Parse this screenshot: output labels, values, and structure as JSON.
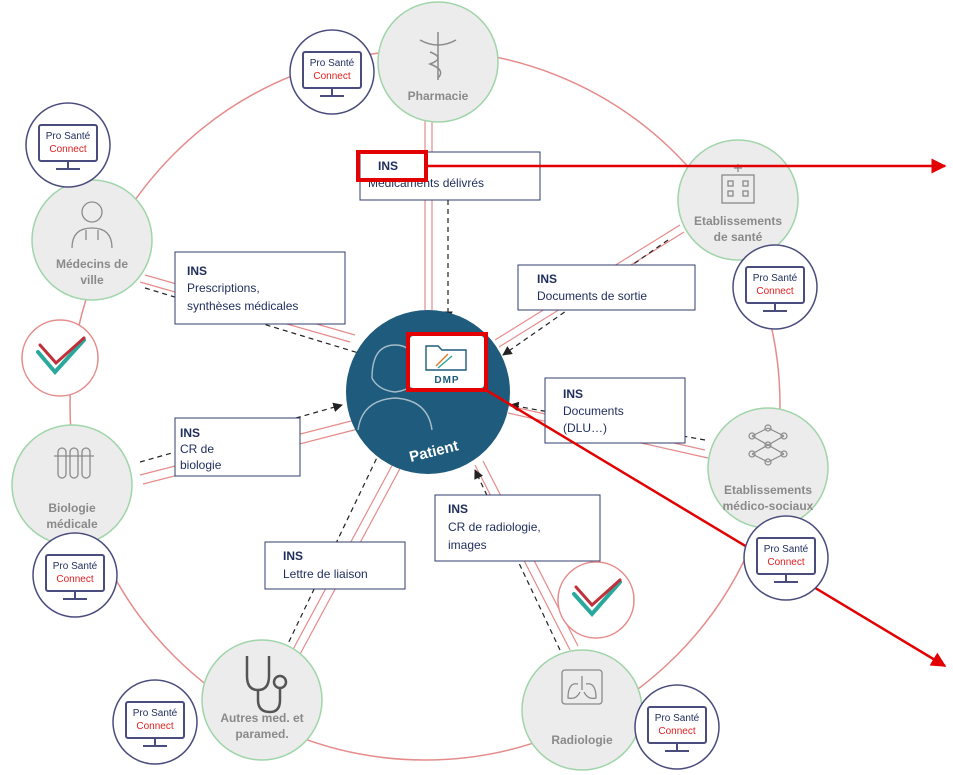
{
  "colors": {
    "ring": "#e58b8b",
    "node_border": "#9fd5a9",
    "node_fill": "#ececec",
    "patient": "#1f5b7c",
    "box_border": "#2f3d6b",
    "highlight": "#e30000",
    "psc_border": "#4a4c7d"
  },
  "center": {
    "label": "Patient",
    "dmp_label": "DMP"
  },
  "nodes": {
    "pharmacie": {
      "label": "Pharmacie",
      "icon": "caduceus-icon"
    },
    "etab_sante": {
      "line1": "Etablissements",
      "line2": "de santé",
      "icon": "hospital-icon"
    },
    "medecins": {
      "line1": "Médecins de",
      "line2": "ville",
      "icon": "doctor-icon"
    },
    "biologie": {
      "line1": "Biologie",
      "line2": "médicale",
      "icon": "test-tubes-icon"
    },
    "etab_medico": {
      "line1": "Etablissements",
      "line2": "médico-sociaux",
      "icon": "network-icon"
    },
    "autres": {
      "line1": "Autres med. et",
      "line2": "paramed.",
      "icon": "stethoscope-icon"
    },
    "radiologie": {
      "label": "Radiologie",
      "icon": "lungs-icon"
    }
  },
  "boxes": {
    "pharmacie": {
      "title": "INS",
      "lines": [
        "Médicaments délivrés"
      ]
    },
    "medecins": {
      "title": "INS",
      "lines": [
        "Prescriptions,",
        "synthèses médicales"
      ]
    },
    "etab_sante": {
      "title": "INS",
      "lines": [
        "Documents de sortie"
      ]
    },
    "etab_medico": {
      "title": "INS",
      "lines": [
        "Documents",
        "(DLU…)"
      ]
    },
    "biologie": {
      "title": "INS",
      "lines": [
        "CR de",
        "biologie"
      ]
    },
    "radiologie": {
      "title": "INS",
      "lines": [
        "CR de radiologie,",
        "images"
      ]
    },
    "autres": {
      "title": "INS",
      "lines": [
        "Lettre de liaison"
      ]
    }
  },
  "pro_sante_connect": {
    "line1": "Pro Santé",
    "line2": "Connect"
  }
}
